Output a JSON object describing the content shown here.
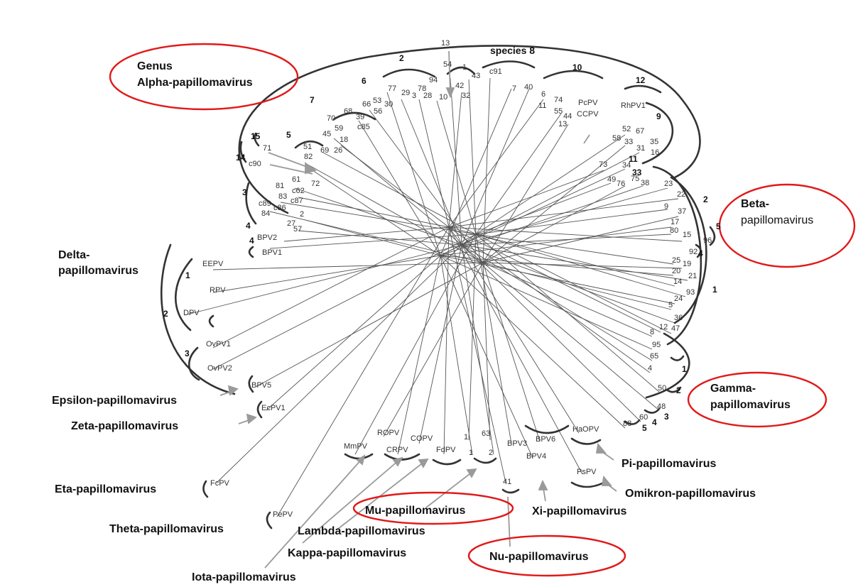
{
  "genera": {
    "alpha_genus": "Genus",
    "alpha": "Alpha-papillomavirus",
    "beta_1": "Beta-",
    "beta_2": "papillomavirus",
    "gamma_1": "Gamma-",
    "gamma_2": "papillomavirus",
    "delta_1": "Delta-",
    "delta_2": "papillomavirus",
    "epsilon": "Epsilon-papillomavirus",
    "zeta": "Zeta-papillomavirus",
    "eta": "Eta-papillomavirus",
    "theta": "Theta-papillomavirus",
    "iota": "Iota-papillomavirus",
    "kappa": "Kappa-papillomavirus",
    "lambda": "Lambda-papillomavirus",
    "mu": "Mu-papillomavirus",
    "nu": "Nu-papillomavirus",
    "xi": "Xi-papillomavirus",
    "omikron": "Omikron-papillomavirus",
    "pi": "Pi-papillomavirus"
  },
  "circled_genera": [
    "Alpha",
    "Beta",
    "Gamma",
    "Mu",
    "Nu"
  ],
  "species_label": "species 8",
  "colors": {
    "circle": "#e11919",
    "arrow": "#9a9a9a",
    "branch": "#555555"
  },
  "leaves": [
    "13",
    "54",
    "1",
    "43",
    "c91",
    "77",
    "94",
    "42",
    "32",
    "7",
    "40",
    "6",
    "11",
    "74",
    "55",
    "44",
    "13",
    "PcPV",
    "CCPV",
    "RhPV1",
    "29",
    "3",
    "78",
    "28",
    "10",
    "66",
    "53",
    "30",
    "56",
    "68",
    "39",
    "c85",
    "70",
    "45",
    "59",
    "18",
    "51",
    "69",
    "26",
    "71",
    "82",
    "c90",
    "61",
    "81",
    "c62",
    "72",
    "83",
    "c87",
    "c89",
    "c86",
    "84",
    "2",
    "27",
    "57",
    "BPV2",
    "BPV1",
    "EEPV",
    "RPV",
    "DPV",
    "OvPV1",
    "OvPV2",
    "BPV5",
    "EcPV1",
    "FcPV",
    "PePV",
    "MmPV",
    "ROPV",
    "CRPV",
    "COPV",
    "FdPV",
    "1",
    "63",
    "1",
    "2",
    "41",
    "BPV3",
    "BPV6",
    "BPV4",
    "HaOPV",
    "PsPV",
    "52",
    "67",
    "58",
    "33",
    "31",
    "35",
    "16",
    "34",
    "73",
    "49",
    "76",
    "75",
    "38",
    "23",
    "22",
    "9",
    "37",
    "17",
    "80",
    "15",
    "96",
    "92",
    "25",
    "19",
    "20",
    "21",
    "14",
    "93",
    "5",
    "24",
    "36",
    "12",
    "47",
    "8",
    "95",
    "65",
    "4",
    "50",
    "48",
    "88",
    "60"
  ],
  "group_numbers": [
    "2",
    "6",
    "10",
    "12",
    "9",
    "7",
    "5",
    "15",
    "14",
    "3",
    "4",
    "4",
    "1",
    "2",
    "3",
    "11",
    "33",
    "2",
    "5",
    "4",
    "1",
    "1",
    "2",
    "3",
    "4",
    "5"
  ]
}
